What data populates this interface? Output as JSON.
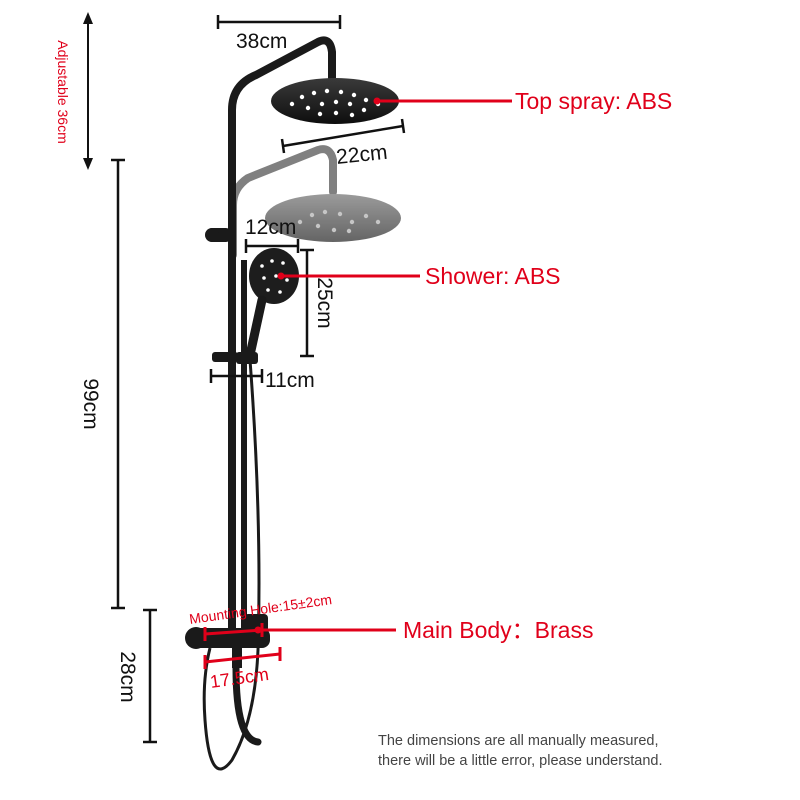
{
  "callouts": {
    "top_spray": "Top spray: ABS",
    "shower": "Shower: ABS",
    "main_body": "Main Body：Brass"
  },
  "dimensions": {
    "adjustable": "Adjustable 36cm",
    "top_width": "38cm",
    "head_diameter": "22cm",
    "handshower_width": "12cm",
    "handshower_length": "25cm",
    "holder_width": "11cm",
    "rail_height": "99cm",
    "body_height": "28cm",
    "mounting_hole": "Mounting Hole:15±2cm",
    "body_width": "17.5cm"
  },
  "note": {
    "line1": "The dimensions are all manually measured,",
    "line2": "there will be a little error, please understand."
  },
  "colors": {
    "callout_red": "#e0001a",
    "product_black": "#1a1a1a",
    "dimension_black": "#111111"
  }
}
